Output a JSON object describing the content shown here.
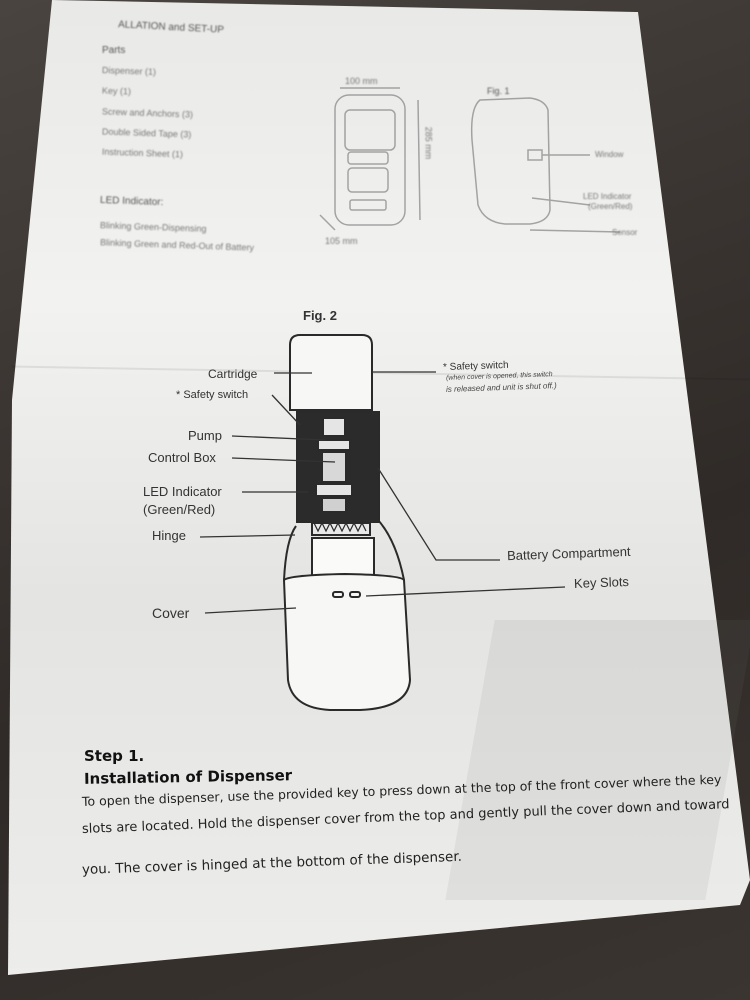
{
  "header": {
    "title": "ALLATION and SET-UP",
    "parts_heading": "Parts",
    "parts": [
      "Dispenser (1)",
      "Key (1)",
      "Screw and Anchors (3)",
      "Double Sided Tape (3)",
      "Instruction Sheet (1)"
    ]
  },
  "led_section": {
    "heading": "LED Indicator:",
    "lines": [
      "Blinking Green-Dispensing",
      "Blinking Green and Red-Out of Battery"
    ]
  },
  "fig1": {
    "title": "Fig. 1",
    "dim_width": "100 mm",
    "dim_height": "285 mm",
    "dim_depth": "105 mm",
    "labels": {
      "window": "Window",
      "led_1": "LED Indicator",
      "led_2": "(Green/Red)",
      "sensor": "Sensor"
    }
  },
  "fig2": {
    "title": "Fig. 2",
    "labels": {
      "cartridge": "Cartridge",
      "safety_switch": "* Safety switch",
      "pump": "Pump",
      "control_box": "Control Box",
      "led_1": "LED Indicator",
      "led_2": "(Green/Red)",
      "hinge": "Hinge",
      "cover": "Cover",
      "battery": "Battery Compartment",
      "key_slots": "Key Slots"
    },
    "note": {
      "title": "* Safety switch",
      "line1": "(when cover is opened, this switch",
      "line2": "is released and unit is shut off.)"
    }
  },
  "step": {
    "number": "Step 1.",
    "heading": "Installation of Dispenser",
    "lines": [
      "To open the dispenser, use the provided key to press down at the top of the front cover where the key",
      "slots are located. Hold the dispenser cover from the top and gently pull the cover down and toward",
      "you. The cover is hinged at the bottom of the dispenser."
    ]
  }
}
